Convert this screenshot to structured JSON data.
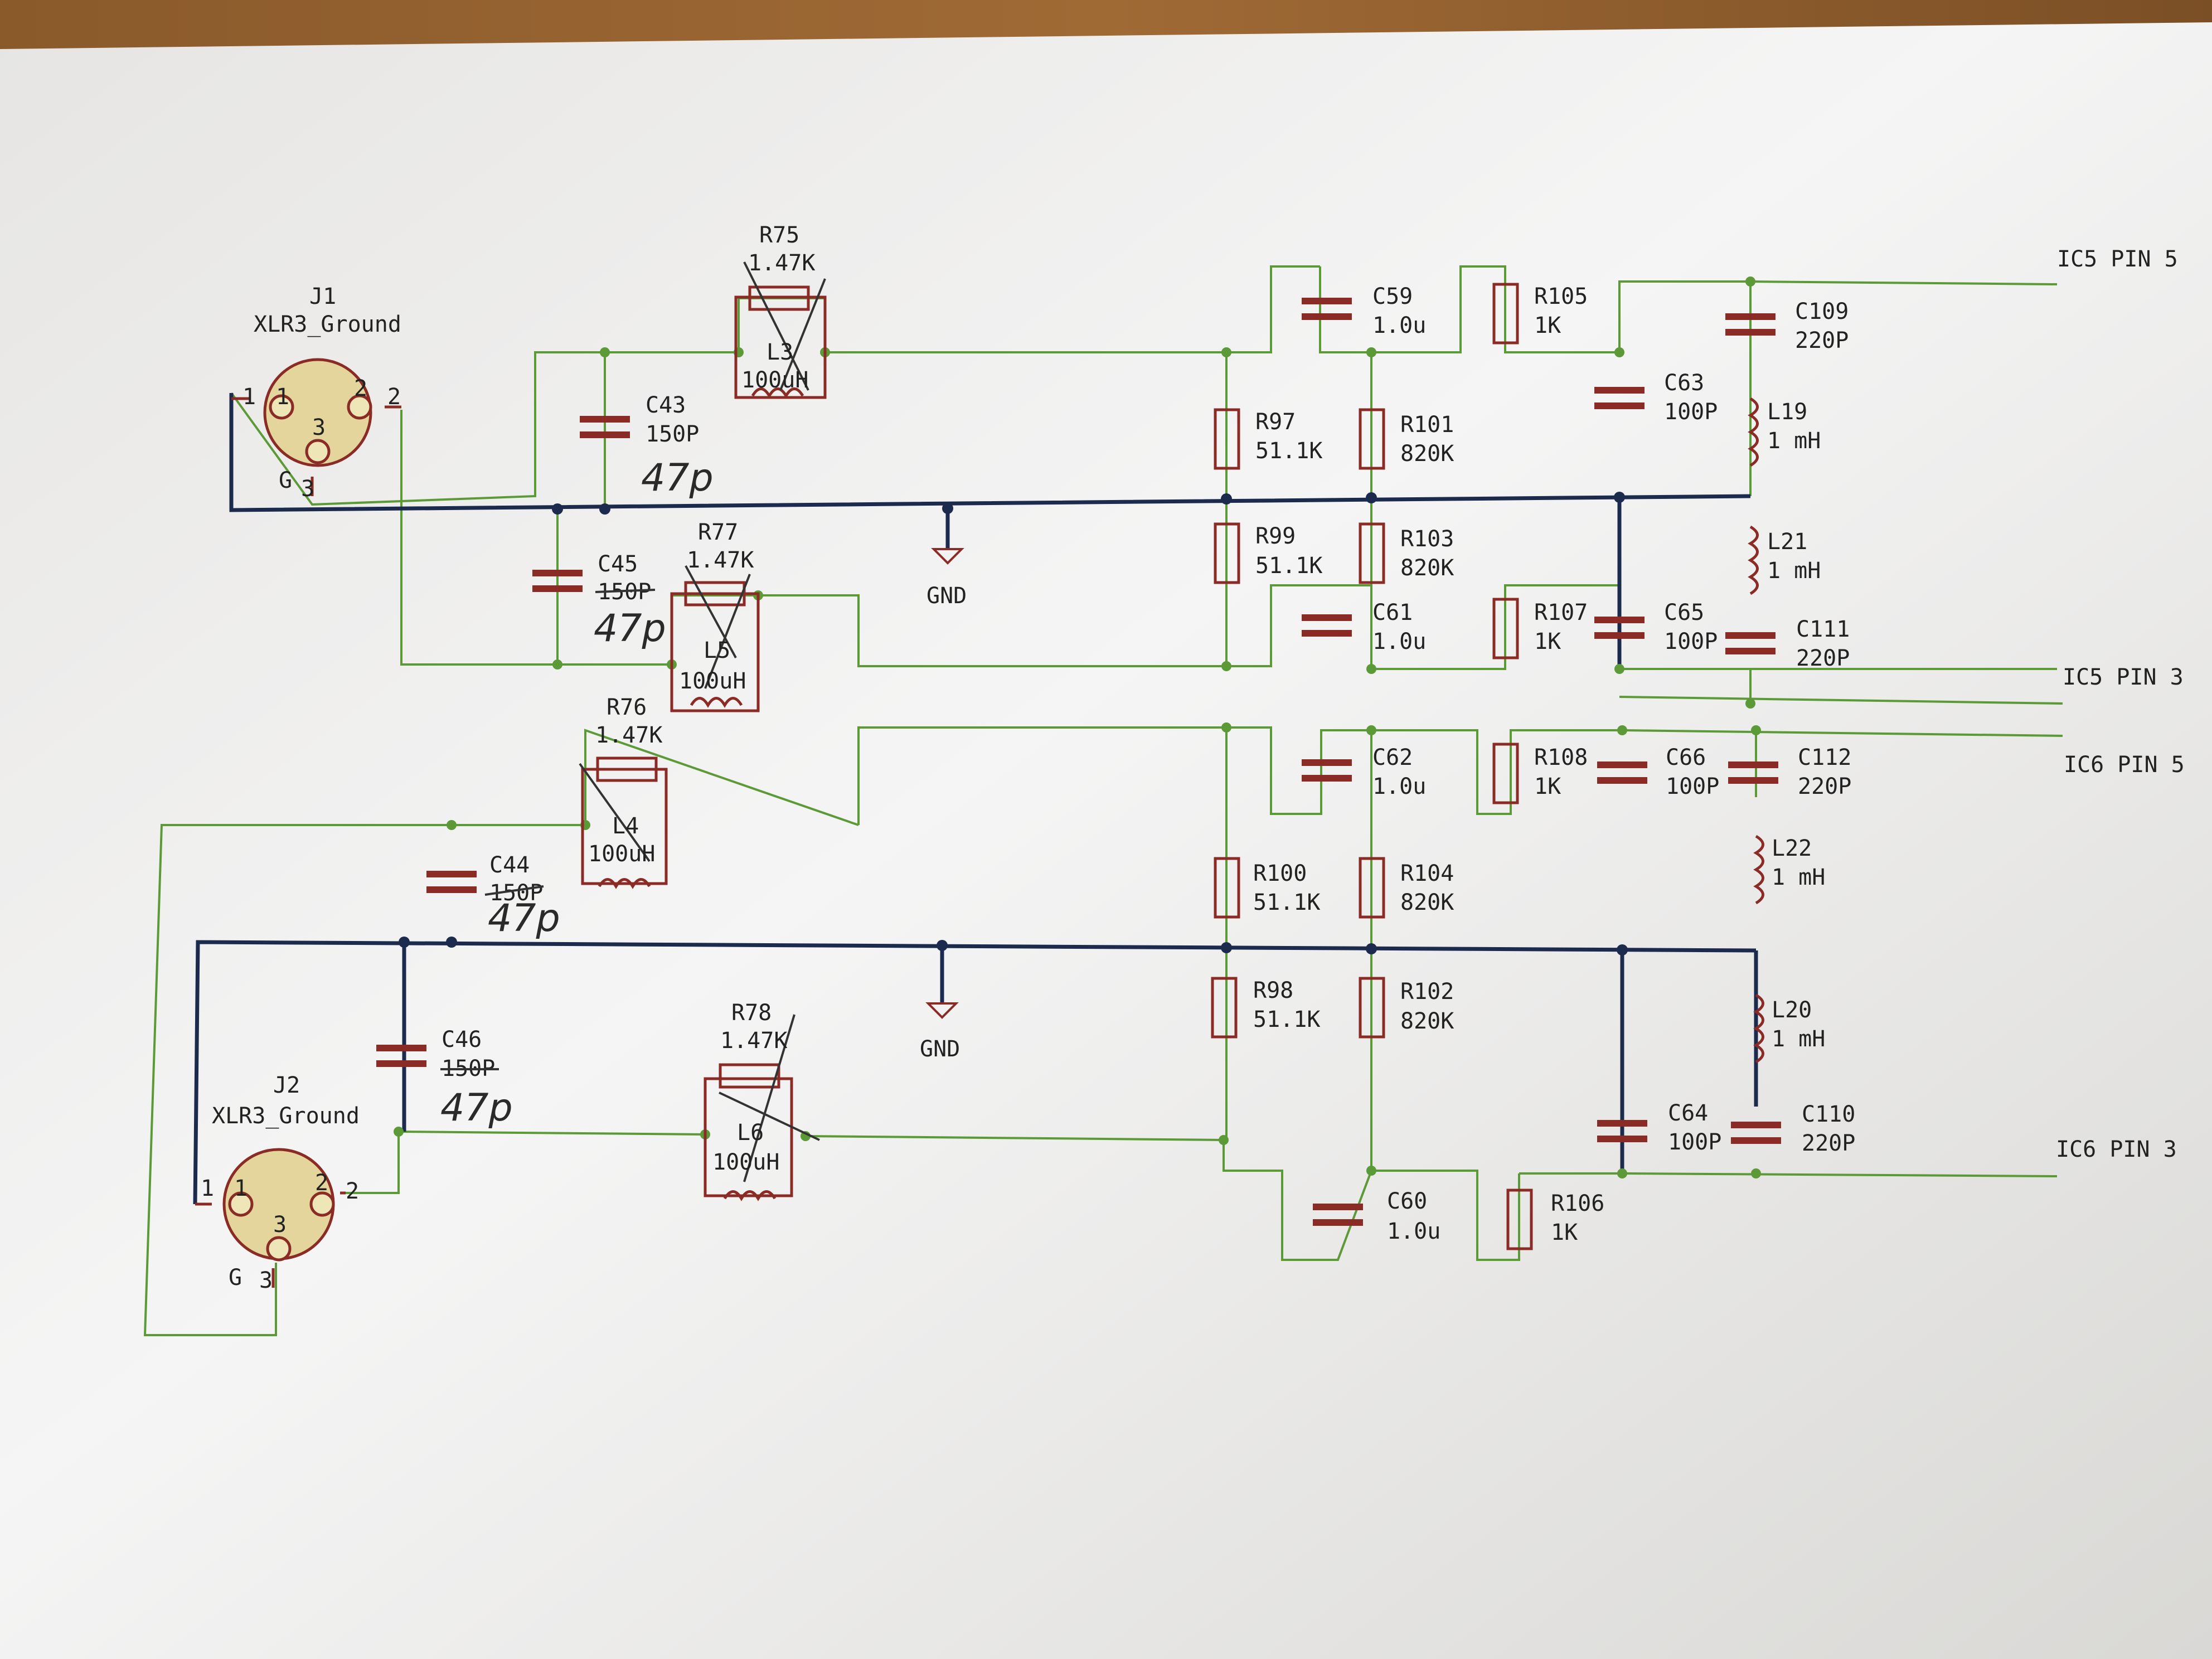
{
  "connectors": [
    {
      "ref": "J1",
      "value": "XLR3_Ground",
      "pins": [
        "1",
        "2",
        "3",
        "G",
        "1",
        "2",
        "3"
      ]
    },
    {
      "ref": "J2",
      "value": "XLR3_Ground",
      "pins": [
        "1",
        "2",
        "3",
        "G",
        "1",
        "2",
        "3"
      ]
    }
  ],
  "resistors": [
    {
      "ref": "R75",
      "value": "1.47K"
    },
    {
      "ref": "R77",
      "value": "1.47K"
    },
    {
      "ref": "R76",
      "value": "1.47K"
    },
    {
      "ref": "R78",
      "value": "1.47K"
    },
    {
      "ref": "R97",
      "value": "51.1K"
    },
    {
      "ref": "R99",
      "value": "51.1K"
    },
    {
      "ref": "R100",
      "value": "51.1K"
    },
    {
      "ref": "R98",
      "value": "51.1K"
    },
    {
      "ref": "R101",
      "value": "820K"
    },
    {
      "ref": "R103",
      "value": "820K"
    },
    {
      "ref": "R104",
      "value": "820K"
    },
    {
      "ref": "R102",
      "value": "820K"
    },
    {
      "ref": "R105",
      "value": "1K"
    },
    {
      "ref": "R107",
      "value": "1K"
    },
    {
      "ref": "R108",
      "value": "1K"
    },
    {
      "ref": "R106",
      "value": "1K"
    }
  ],
  "inductors": [
    {
      "ref": "L3",
      "value": "100uH"
    },
    {
      "ref": "L5",
      "value": "100uH"
    },
    {
      "ref": "L4",
      "value": "100uH"
    },
    {
      "ref": "L6",
      "value": "100uH"
    },
    {
      "ref": "L19",
      "value": "1 mH"
    },
    {
      "ref": "L21",
      "value": "1 mH"
    },
    {
      "ref": "L22",
      "value": "1 mH"
    },
    {
      "ref": "L20",
      "value": "1 mH"
    }
  ],
  "capacitors": [
    {
      "ref": "C43",
      "value": "150P",
      "handwritten": "47p"
    },
    {
      "ref": "C45",
      "value": "150P",
      "handwritten": "47p"
    },
    {
      "ref": "C44",
      "value": "150P",
      "handwritten": "47p"
    },
    {
      "ref": "C46",
      "value": "150P",
      "handwritten": "47p"
    },
    {
      "ref": "C59",
      "value": "1.0u"
    },
    {
      "ref": "C61",
      "value": "1.0u"
    },
    {
      "ref": "C62",
      "value": "1.0u"
    },
    {
      "ref": "C60",
      "value": "1.0u"
    },
    {
      "ref": "C63",
      "value": "100P"
    },
    {
      "ref": "C65",
      "value": "100P"
    },
    {
      "ref": "C66",
      "value": "100P"
    },
    {
      "ref": "C64",
      "value": "100P"
    },
    {
      "ref": "C109",
      "value": "220P"
    },
    {
      "ref": "C111",
      "value": "220P"
    },
    {
      "ref": "C112",
      "value": "220P"
    },
    {
      "ref": "C110",
      "value": "220P"
    }
  ],
  "ground_labels": [
    "GND",
    "GND"
  ],
  "outputs": [
    "IC5 PIN 5",
    "IC5 PIN 3",
    "IC6 PIN 5",
    "IC6 PIN 3"
  ],
  "colors": {
    "wire": "#5c9a38",
    "bus": "#1c2b4d",
    "part": "#8a2c25",
    "paper": "#f4f4f4",
    "connector": "#e3d59c"
  }
}
